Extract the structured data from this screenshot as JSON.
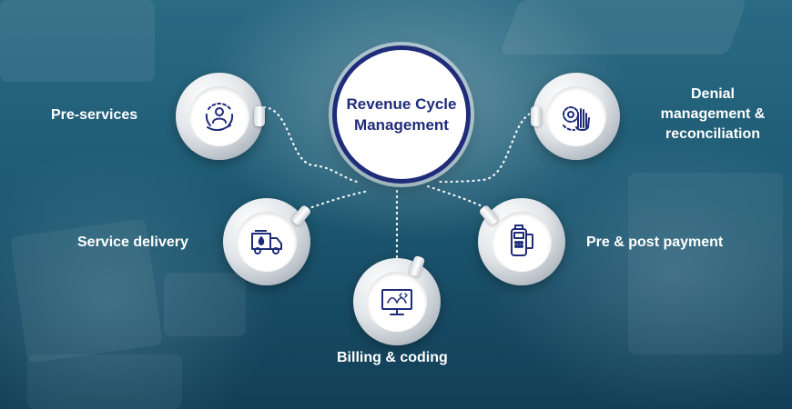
{
  "center": {
    "title": "Revenue Cycle Management"
  },
  "nodes": [
    {
      "id": "pre-services",
      "label": "Pre-services",
      "icon": "person-care-cycle-icon"
    },
    {
      "id": "service-delivery",
      "label": "Service delivery",
      "icon": "ambulance-truck-icon"
    },
    {
      "id": "billing-coding",
      "label": "Billing & coding",
      "icon": "monitor-code-icon"
    },
    {
      "id": "pre-post-payment",
      "label": "Pre & post payment",
      "icon": "card-terminal-icon"
    },
    {
      "id": "denial-management",
      "label_lines": [
        "Denial",
        "management &",
        "reconciliation"
      ],
      "icon": "gear-hand-icon"
    }
  ],
  "colors": {
    "accent": "#1f2c7a",
    "background": "#1f5d76",
    "label": "#ffffff"
  }
}
